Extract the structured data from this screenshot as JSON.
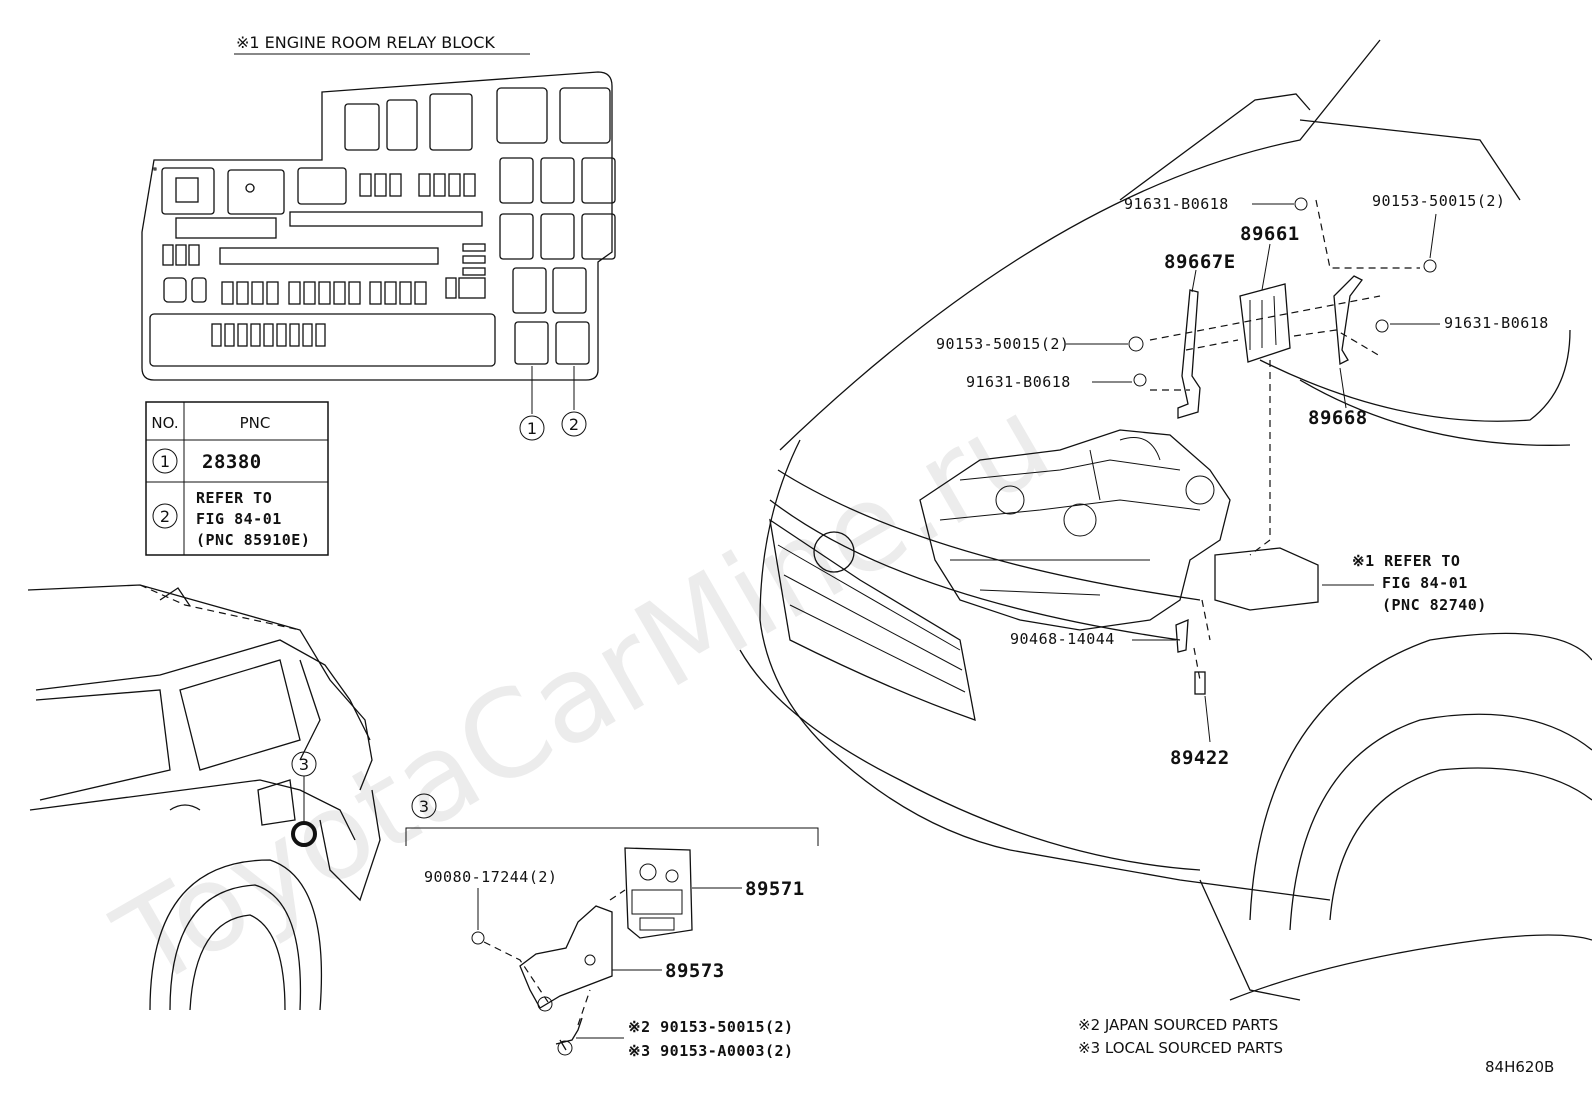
{
  "watermark": "ToyotaCarMine.ru",
  "relay_block": {
    "title": "※1 ENGINE ROOM RELAY BLOCK",
    "callouts": [
      "1",
      "2"
    ]
  },
  "pnc_table": {
    "headers": [
      "NO.",
      "PNC"
    ],
    "rows": [
      {
        "no": "1",
        "lines": [
          "28380"
        ]
      },
      {
        "no": "2",
        "lines": [
          "REFER TO",
          "FIG 84-01",
          "(PNC 85910E)"
        ]
      }
    ]
  },
  "rear_view": {
    "callout": "3"
  },
  "detail_3": {
    "callout": "3",
    "labels": {
      "bolt": "90080-17244(2)",
      "module": "89571",
      "bracket": "89573",
      "screw_jp": "※2 90153-50015(2)",
      "screw_local": "※3 90153-A0003(2)"
    }
  },
  "front_view": {
    "labels": {
      "top_bolt": "91631-B0618",
      "screw_right_top": "90153-50015(2)",
      "ecu": "89661",
      "bracket_left": "89667E",
      "screw_left": "90153-50015(2)",
      "bolt_right": "91631-B0618",
      "bolt_left": "91631-B0618",
      "bracket_right": "89668",
      "relay_ref": [
        "※1 REFER TO",
        "FIG 84-01",
        "(PNC 82740)"
      ],
      "clip": "90468-14044",
      "sensor": "89422"
    }
  },
  "legend": {
    "lines": [
      "※2 JAPAN SOURCED PARTS",
      "※3 LOCAL SOURCED PARTS"
    ]
  },
  "figure_code": "84H620B"
}
